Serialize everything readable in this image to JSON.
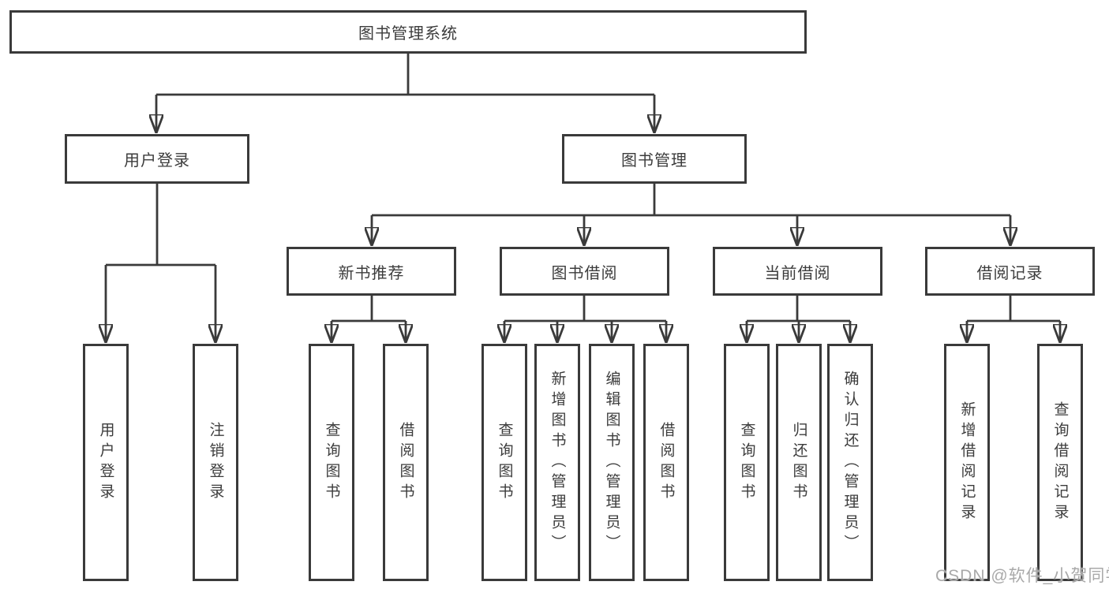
{
  "colors": {
    "line": "#3a3a3a",
    "box_border": "#3a3a3a",
    "text": "#3c3c3c",
    "background": "#ffffff",
    "watermark": "#a9a9a9"
  },
  "diagram": {
    "root": "图书管理系统",
    "level2": {
      "user_login": "用户登录",
      "book_mgmt": "图书管理"
    },
    "level3": {
      "recommend": "新书推荐",
      "borrow": "图书借阅",
      "current": "当前借阅",
      "records": "借阅记录"
    },
    "leaves": {
      "user": [
        "用户登录",
        "注销登录"
      ],
      "recommend": [
        "查询图书",
        "借阅图书"
      ],
      "borrow": [
        "查询图书",
        "新增图书（管理员）",
        "编辑图书（管理员）",
        "借阅图书"
      ],
      "current": [
        "查询图书",
        "归还图书",
        "确认归还（管理员）"
      ],
      "records": [
        "新增借阅记录",
        "查询借阅记录"
      ]
    }
  },
  "watermark": "CSDN @软件_小贺同学"
}
